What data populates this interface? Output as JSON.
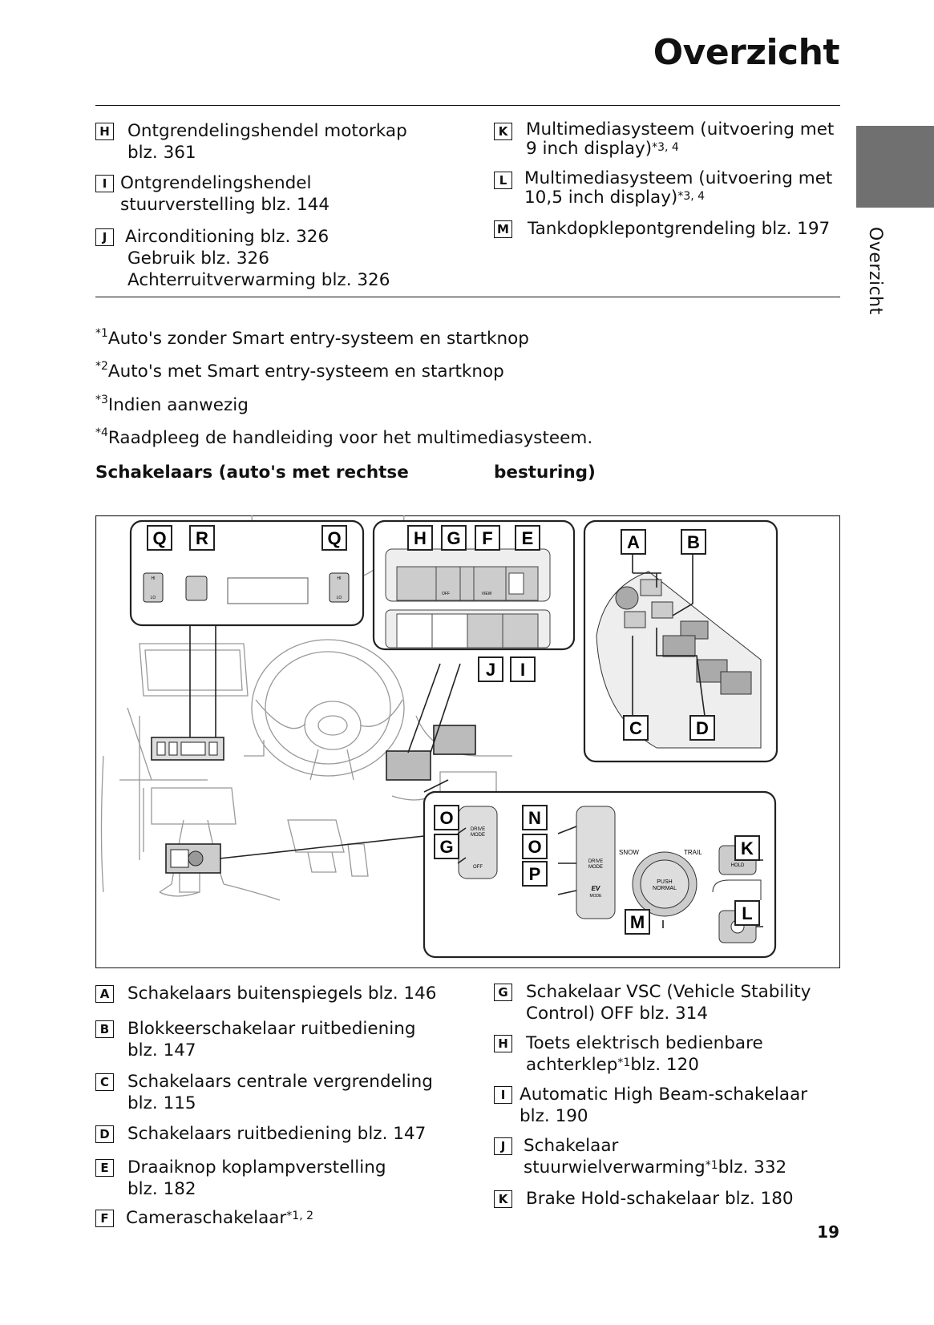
{
  "page": {
    "title": "Overzicht",
    "side_label": "Overzicht",
    "page_number": "19"
  },
  "top_items": [
    {
      "letter": "H",
      "lines": [
        "Ontgrendelingshendel motorkap",
        "blz. 361"
      ]
    },
    {
      "letter": "I",
      "lines": [
        "Ontgrendelingshendel",
        "stuurverstelling blz. 144"
      ]
    },
    {
      "letter": "J",
      "lines": [
        "Airconditioning blz. 326",
        "Gebruik blz. 326",
        "Achterruitverwarming blz. 326"
      ]
    },
    {
      "letter": "K",
      "lines": [
        "Multimediasysteem (uitvoering met",
        "9 inch display)"
      ],
      "sup": "*3, 4"
    },
    {
      "letter": "L",
      "lines": [
        "Multimediasysteem (uitvoering met",
        "10,5 inch display)"
      ],
      "sup": "*3, 4"
    },
    {
      "letter": "M",
      "lines": [
        "Tankdopklepontgrendeling blz. 197"
      ]
    }
  ],
  "footnotes": [
    {
      "mark": "*1",
      "text": "Auto's zonder Smart entry-systeem en startknop"
    },
    {
      "mark": "*2",
      "text": "Auto's met Smart entry-systeem en startknop"
    },
    {
      "mark": "*3",
      "text": "Indien aanwezig"
    },
    {
      "mark": "*4",
      "text": "Raadpleeg de handleiding voor het multimediasysteem."
    }
  ],
  "section_heading": {
    "part1": "Schakelaars (auto's met rechtse",
    "part2": "besturing)"
  },
  "diagram": {
    "labels": [
      "Q",
      "R",
      "Q",
      "H",
      "G",
      "F",
      "E",
      "A",
      "B",
      "J",
      "I",
      "C",
      "D",
      "O",
      "G",
      "N",
      "O",
      "P",
      "M",
      "K",
      "L"
    ],
    "texts": {
      "drive_mode": "DRIVE",
      "mode": "MODE",
      "off": "OFF",
      "view": "VIEW",
      "ev": "EV",
      "snow": "SNOW",
      "trail": "TRAIL",
      "push": "PUSH",
      "normal": "NORMAL",
      "hold": "HOLD",
      "hi": "HI",
      "lo": "LO"
    }
  },
  "bottom_items": [
    {
      "letter": "A",
      "lines": [
        "Schakelaars buitenspiegels blz. 146"
      ]
    },
    {
      "letter": "B",
      "lines": [
        "Blokkeerschakelaar ruitbediening",
        "blz. 147"
      ]
    },
    {
      "letter": "C",
      "lines": [
        "Schakelaars centrale vergrendeling",
        "blz. 115"
      ]
    },
    {
      "letter": "D",
      "lines": [
        "Schakelaars ruitbediening blz. 147"
      ]
    },
    {
      "letter": "E",
      "lines": [
        "Draaiknop koplampverstelling",
        "blz. 182"
      ]
    },
    {
      "letter": "F",
      "pre": "Cameraschakelaar",
      "sup": "*1, 2",
      "post": ""
    },
    {
      "letter": "G",
      "lines": [
        "Schakelaar VSC (Vehicle Stability",
        "Control) OFF blz. 314"
      ]
    },
    {
      "letter": "H",
      "line1": "Toets elektrisch bedienbare",
      "pre": "achterklep",
      "sup": "*1",
      "post": "blz. 120"
    },
    {
      "letter": "I",
      "lines": [
        "Automatic High Beam-schakelaar",
        "blz. 190"
      ]
    },
    {
      "letter": "J",
      "line1": "Schakelaar",
      "pre": "stuurwielverwarming",
      "sup": "*1",
      "post": "blz. 332"
    },
    {
      "letter": "K",
      "lines": [
        "Brake Hold-schakelaar blz. 180"
      ]
    }
  ]
}
